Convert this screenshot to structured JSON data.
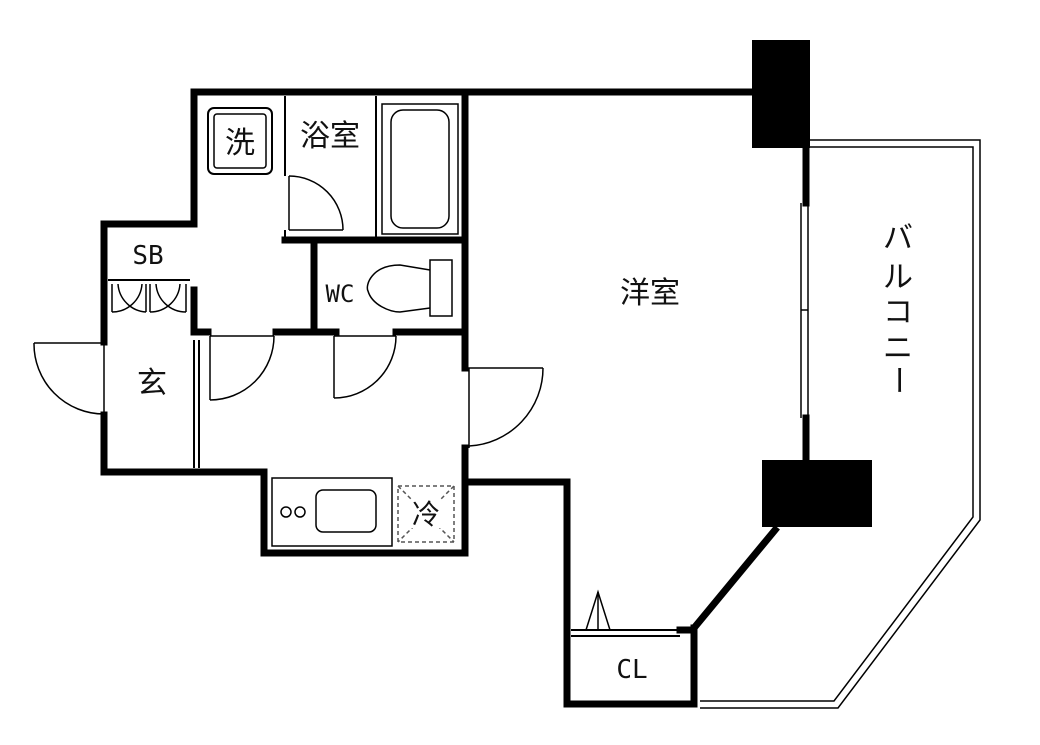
{
  "rooms": {
    "washroom": "洗",
    "bathroom": "浴室",
    "shoe_box": "SB",
    "toilet": "WC",
    "western_room": "洋室",
    "entrance": "玄",
    "fridge": "冷",
    "closet": "CL",
    "balcony": [
      "バ",
      "ル",
      "コ",
      "ニ",
      "ー"
    ]
  },
  "colors": {
    "wall": "#000000",
    "line": "#000000",
    "background": "#ffffff",
    "dashed": "#555555"
  }
}
